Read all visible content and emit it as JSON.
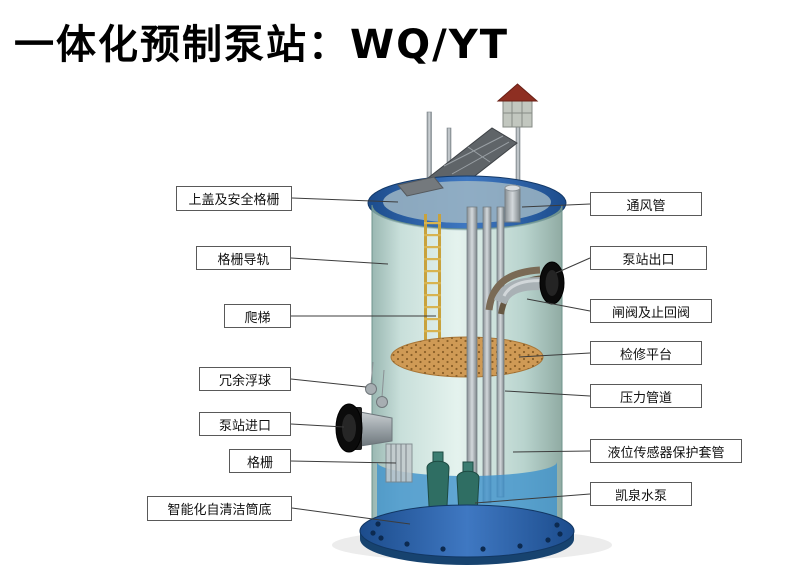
{
  "title": "一体化预制泵站：WQ/YT",
  "colors": {
    "tank_lid_blue": "#2a64ab",
    "tank_body_teal": "#c6dfd9",
    "platform_tan": "#cf9a55",
    "water_blue": "#3e92cc",
    "ladder_yellow": "#c8a23c",
    "flange_black": "#0b0b0b"
  },
  "labels": {
    "left": [
      {
        "text": "上盖及安全格栅"
      },
      {
        "text": "格栅导轨"
      },
      {
        "text": "爬梯"
      },
      {
        "text": "冗余浮球"
      },
      {
        "text": "泵站进口"
      },
      {
        "text": "格栅"
      },
      {
        "text": "智能化自清洁筒底"
      }
    ],
    "right": [
      {
        "text": "通风管"
      },
      {
        "text": "泵站出口"
      },
      {
        "text": "闸阀及止回阀"
      },
      {
        "text": "检修平台"
      },
      {
        "text": "压力管道"
      },
      {
        "text": "液位传感器保护套管"
      },
      {
        "text": "凯泉水泵"
      }
    ]
  }
}
